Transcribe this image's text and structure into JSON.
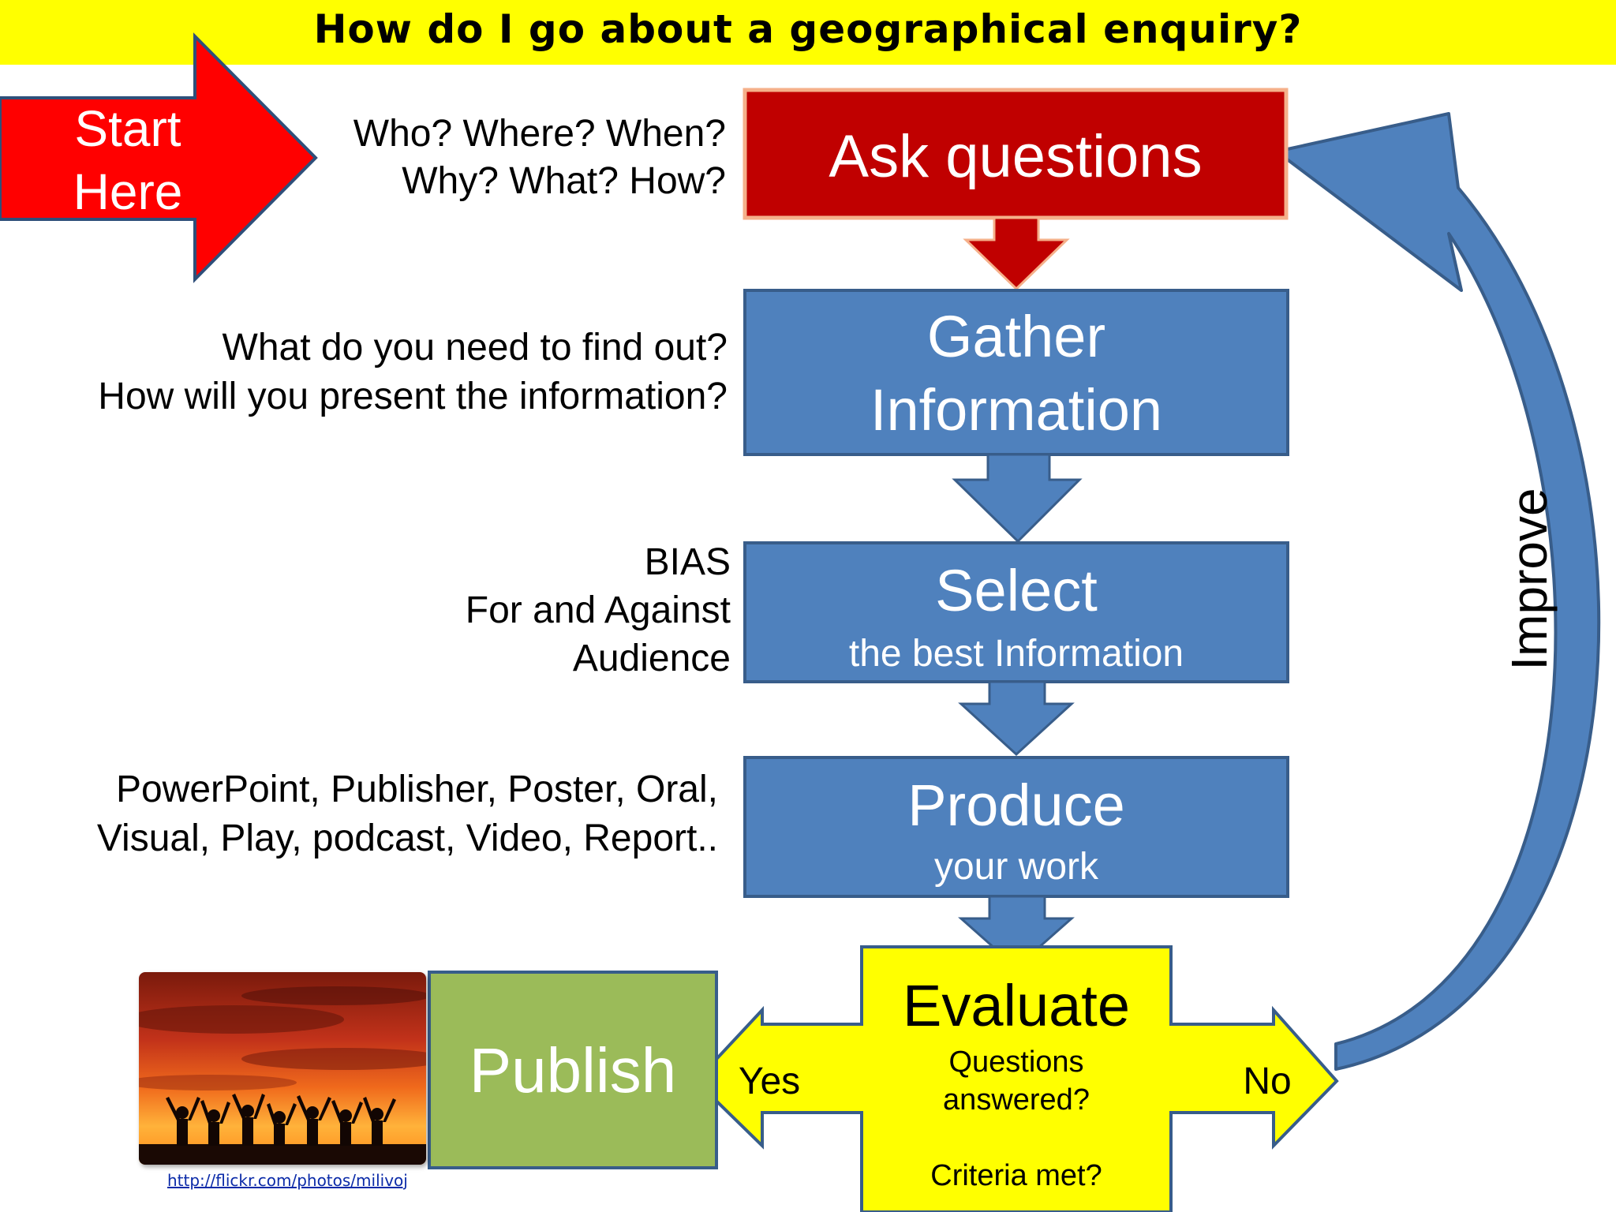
{
  "title": "How do I go about a geographical enquiry?",
  "start": {
    "line1": "Start",
    "line2": "Here"
  },
  "steps": {
    "ask": {
      "label": "Ask questions"
    },
    "gather": {
      "line1": "Gather",
      "line2": "Information"
    },
    "select": {
      "title": "Select",
      "sub": "the best Information"
    },
    "produce": {
      "title": "Produce",
      "sub": "your work"
    },
    "evaluate": {
      "title": "Evaluate",
      "q1": "Questions",
      "q2": "answered?",
      "q3": "Criteria met?"
    },
    "publish": {
      "label": "Publish"
    }
  },
  "arrows": {
    "yes": "Yes",
    "no": "No",
    "improve": "Improve"
  },
  "prompts": {
    "ask": [
      "Who? Where? When?",
      "Why? What? How?"
    ],
    "gather": [
      "What do you need to find out?",
      "How will you present the information?"
    ],
    "select": [
      "BIAS",
      "For and Against",
      "Audience"
    ],
    "produce": [
      "PowerPoint, Publisher, Poster, Oral,",
      "Visual, Play, podcast, Video, Report.."
    ]
  },
  "photo_credit": "http://flickr.com/photos/milivoj",
  "colors": {
    "banner": "#ffff00",
    "red": "#c00000",
    "start_red": "#ff0000",
    "blue": "#4f81bd",
    "blue_border": "#385d8a",
    "yellow": "#ffff00",
    "green": "#9bbb59"
  }
}
